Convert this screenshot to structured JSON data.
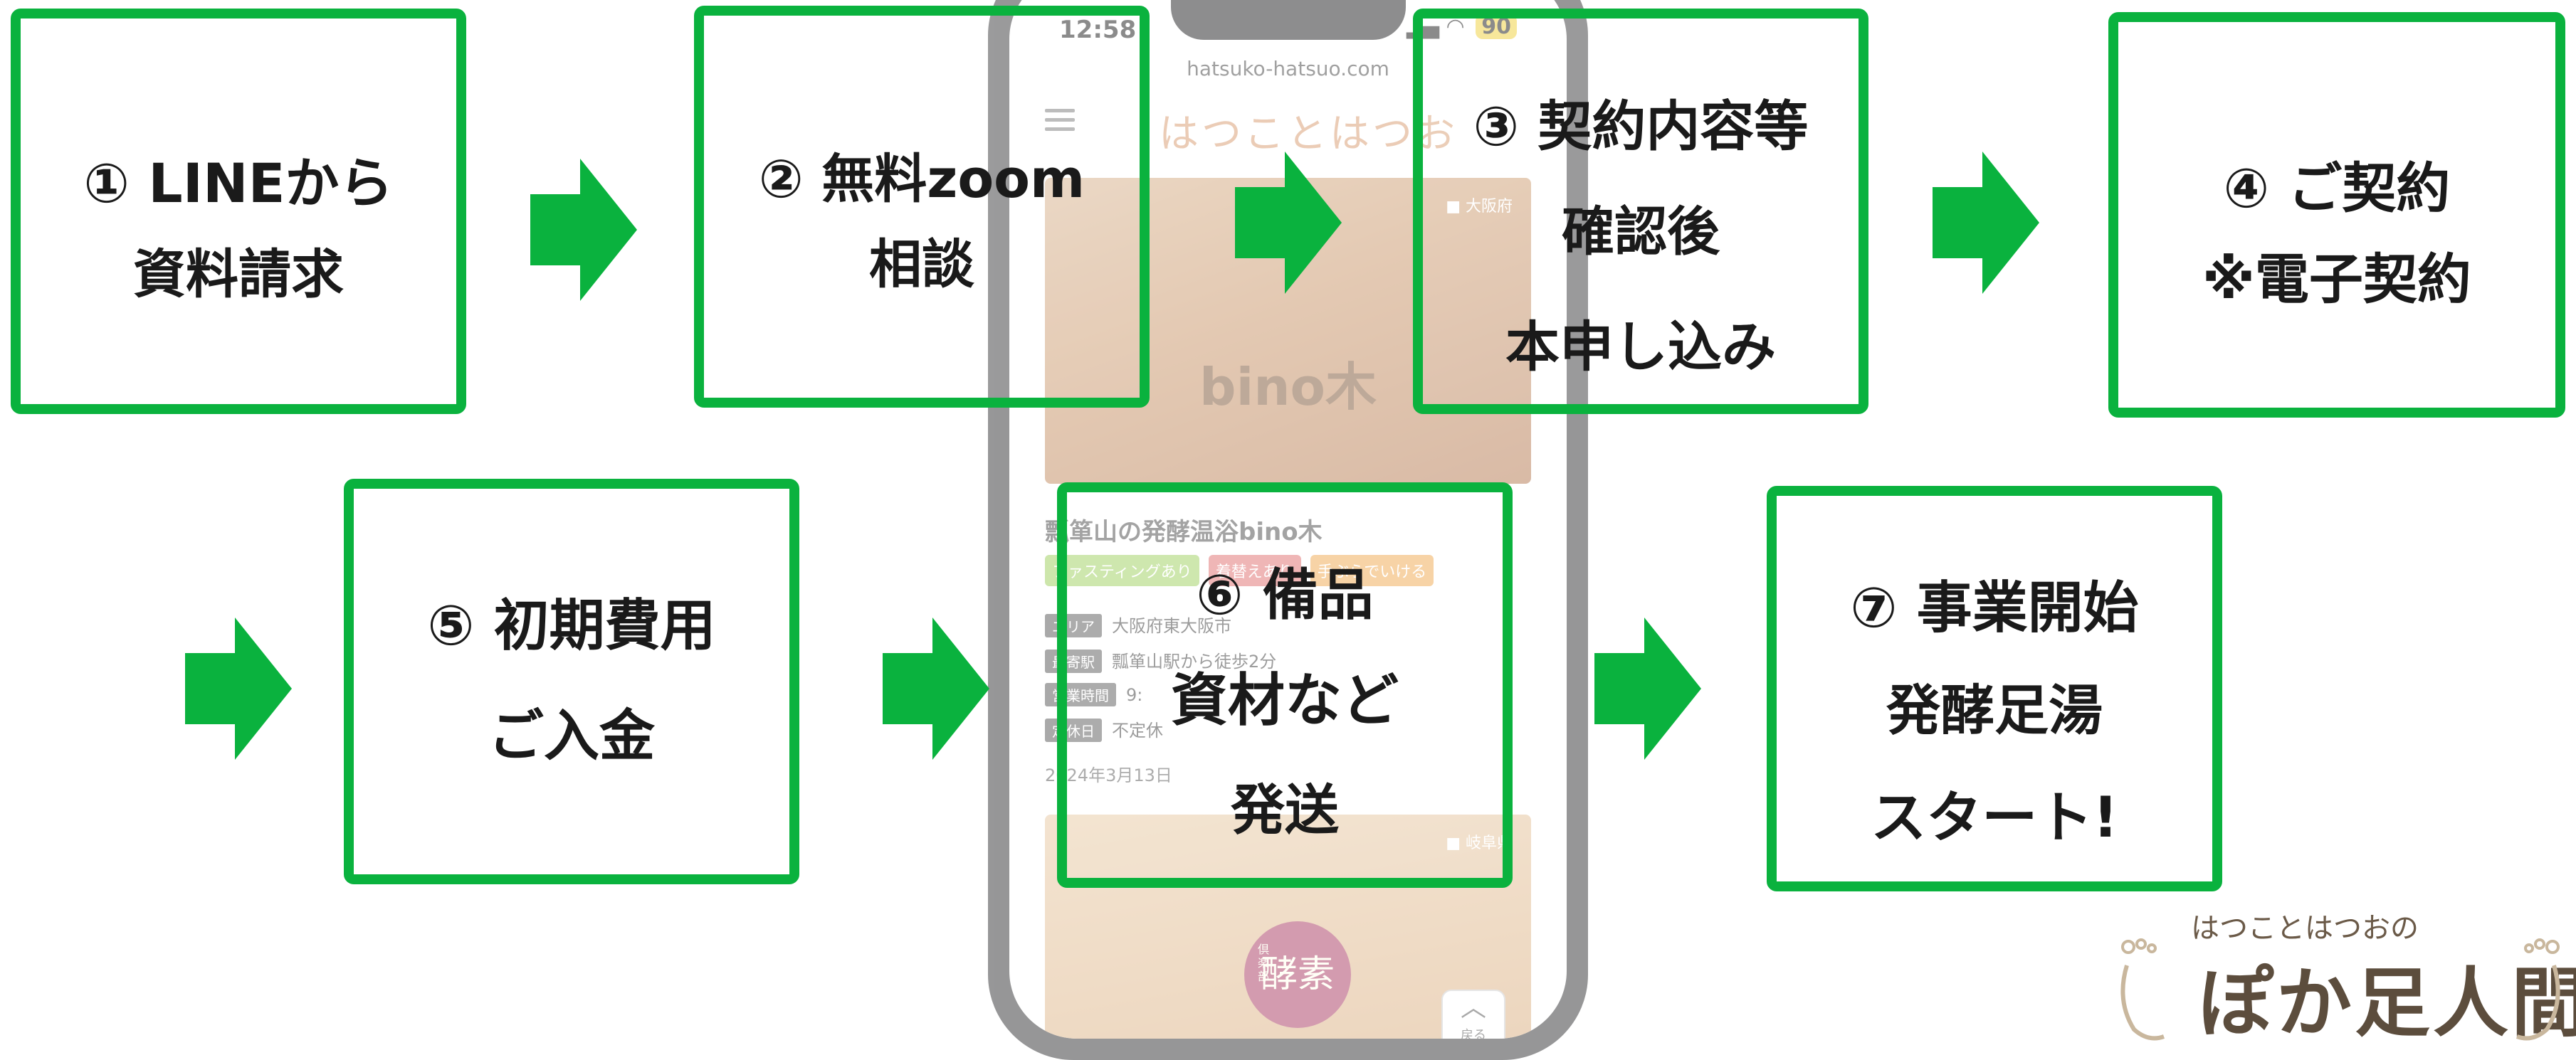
{
  "colors": {
    "accent": "#0ab23e",
    "text": "#1a1a1a",
    "logo": "#5c4d3d"
  },
  "phone": {
    "status_time": "12:58",
    "battery": "90",
    "url": "hatsuko-hatsuo.com",
    "site_logo": "はつことはつお",
    "hero_tag": "大阪府",
    "hero_brand": "bino木",
    "post_title": "瓢箪山の発酵温浴bino木",
    "tags": [
      "ファスティングあり",
      "着替えあり",
      "手ぶらでいける"
    ],
    "tag_colors": [
      "#9ccf5a",
      "#e06b6b",
      "#f0a64a"
    ],
    "info": [
      {
        "key": "エリア",
        "value": "大阪府東大阪市"
      },
      {
        "key": "最寄駅",
        "value": "瓢箪山駅から徒歩2分"
      },
      {
        "key": "営業時間",
        "value": "9:"
      },
      {
        "key": "定休日",
        "value": "不定休"
      }
    ],
    "post_date": "2024年3月13日",
    "card2_tag": "岐阜県",
    "seal_main": "酵素",
    "seal_side": "倶楽部",
    "back_label": "戻る"
  },
  "steps": [
    {
      "id": "1",
      "lines": [
        "① LINEから",
        "資料請求"
      ]
    },
    {
      "id": "2",
      "lines": [
        "② 無料zoom",
        "相談"
      ]
    },
    {
      "id": "3",
      "lines": [
        "③ 契約内容等",
        "確認後",
        "本申し込み"
      ]
    },
    {
      "id": "4",
      "lines": [
        "④ ご契約",
        "※電子契約"
      ]
    },
    {
      "id": "5",
      "lines": [
        "⑤ 初期費用",
        "ご入金"
      ]
    },
    {
      "id": "6",
      "lines": [
        "⑥ 備品",
        "資材など",
        "発送"
      ]
    },
    {
      "id": "7",
      "lines": [
        "⑦ 事業開始",
        "発酵足湯",
        "スタート!"
      ]
    }
  ],
  "logo": {
    "top": "はつことはつおの",
    "main": "ぽか足人間"
  }
}
